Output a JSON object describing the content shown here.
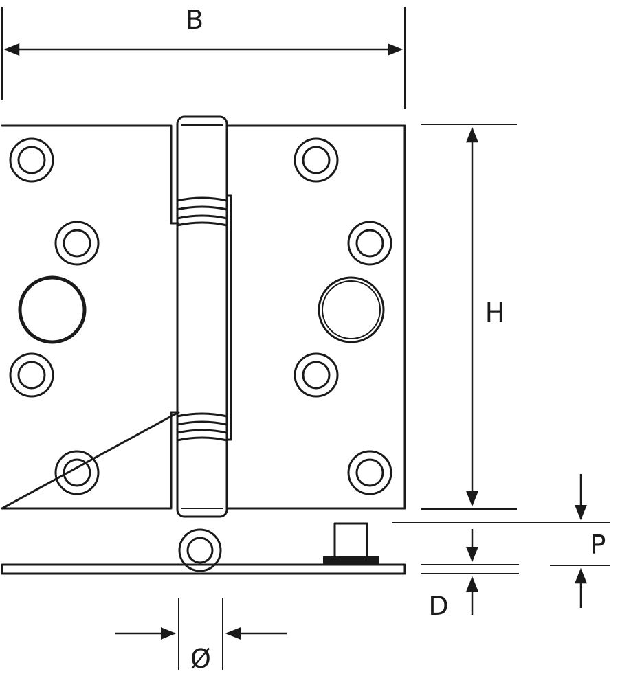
{
  "labels": {
    "width": "B",
    "height": "H",
    "pin_projection": "P",
    "thickness": "D",
    "knuckle_diameter": "Ø"
  },
  "colors": {
    "line": "#1a1a1a",
    "background": "#ffffff"
  }
}
